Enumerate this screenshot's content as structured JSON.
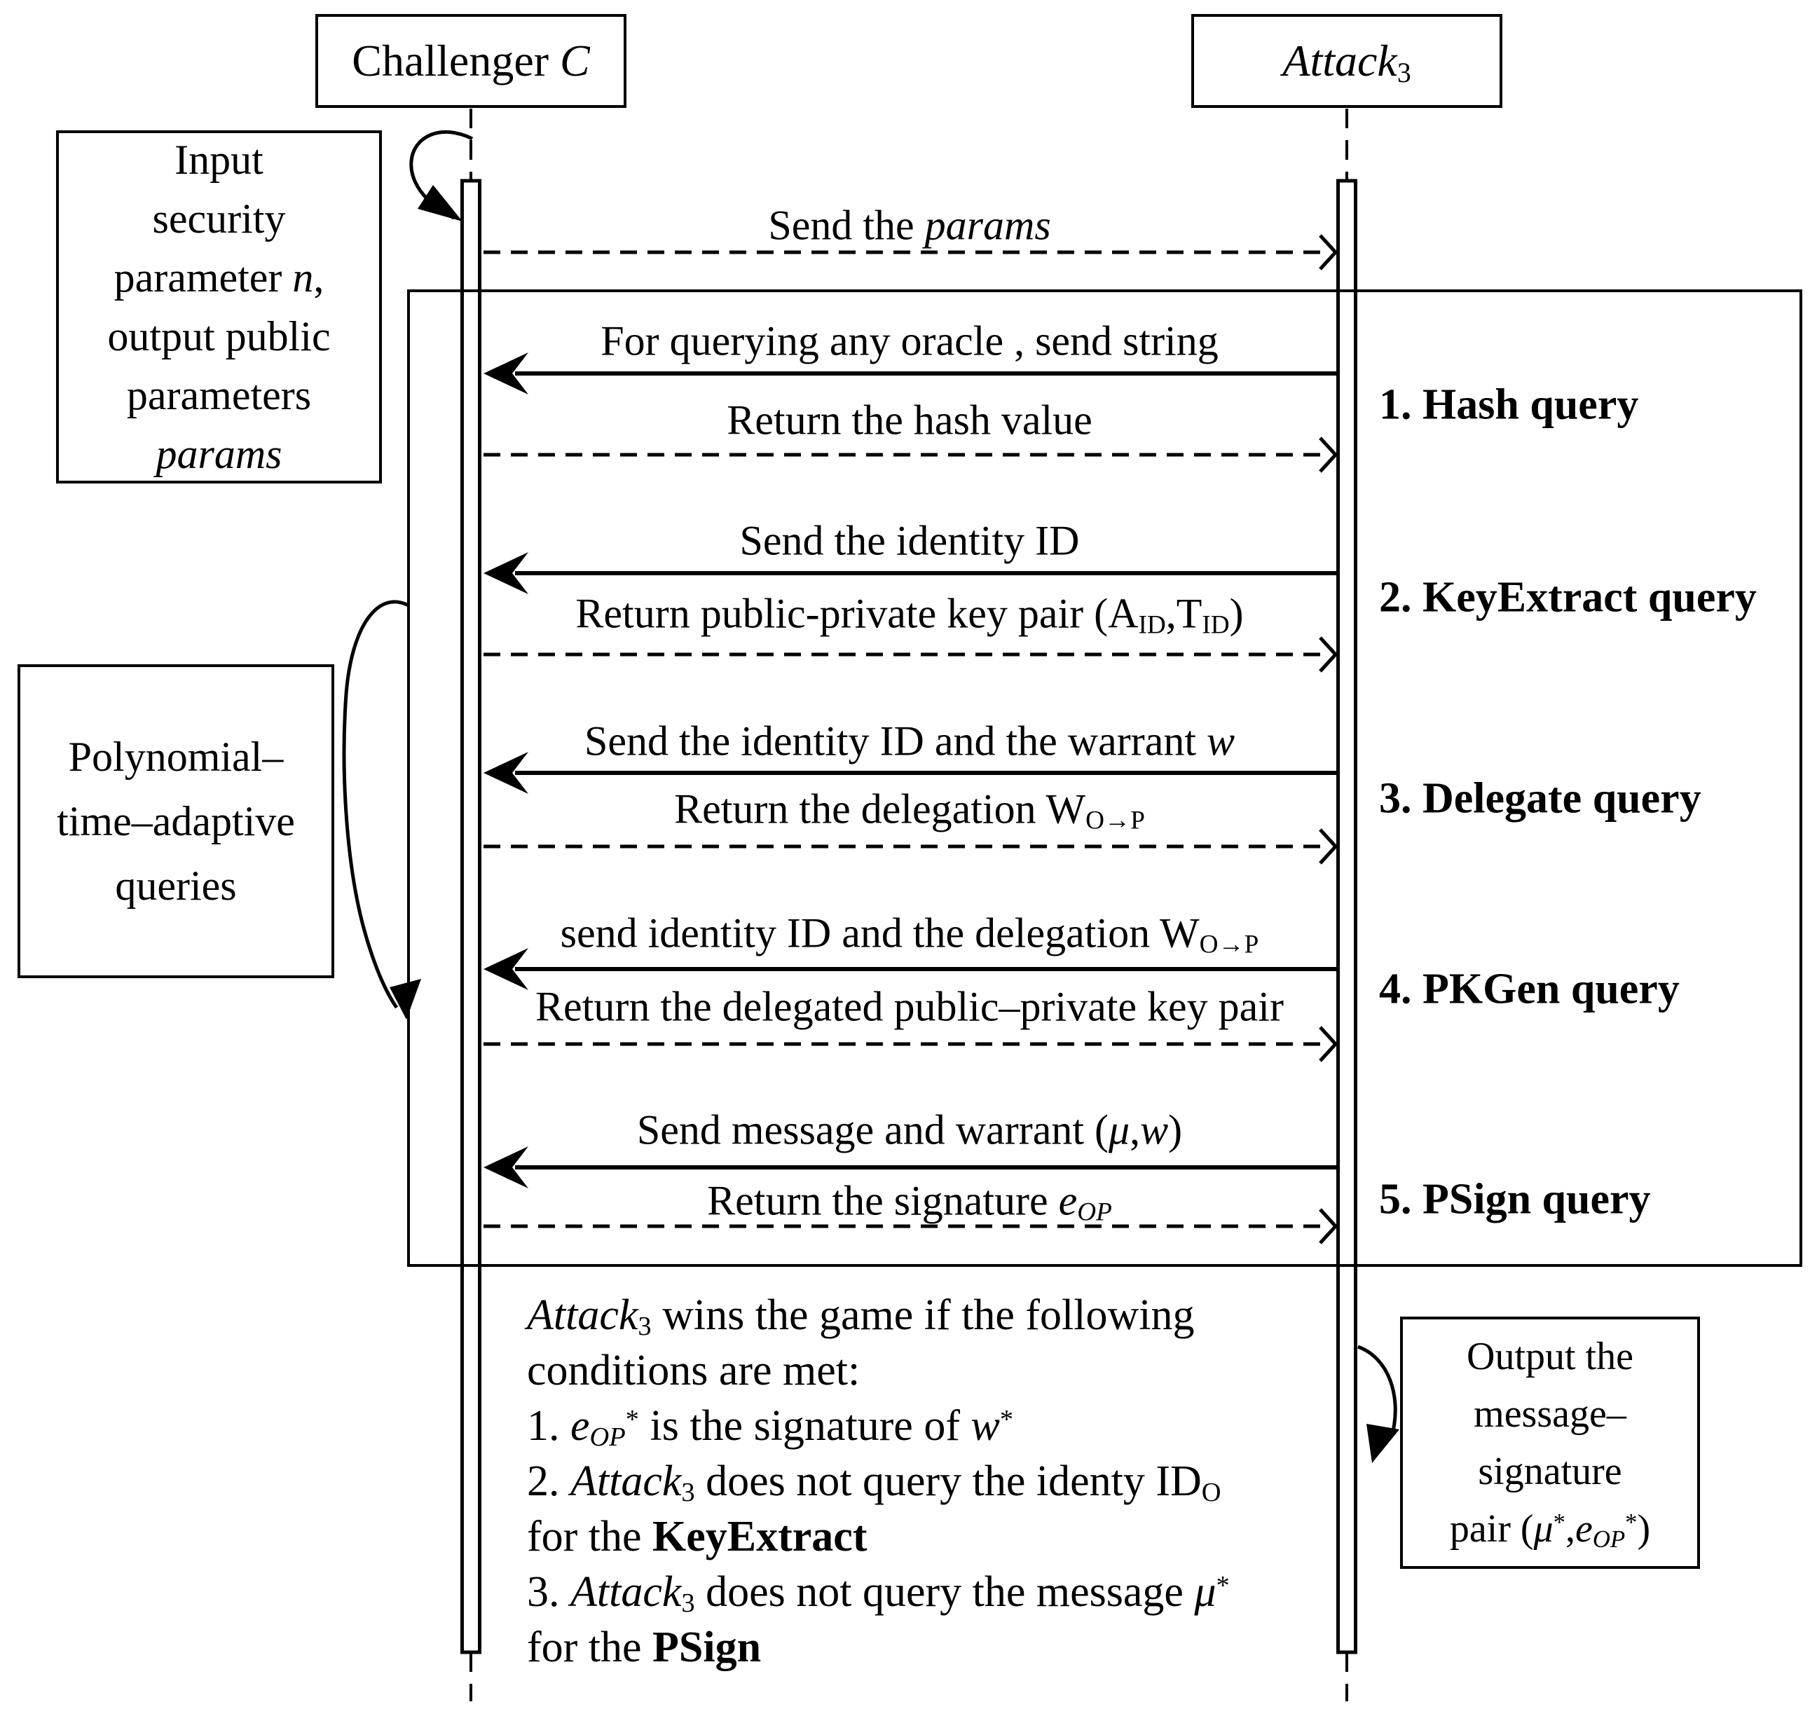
{
  "diagram": {
    "actors": {
      "challenger": "Challenger {i}C{/i}",
      "attacker": "{i}Attack{/i}{sub}3{/sub}"
    },
    "notes": {
      "input": {
        "lines": [
          "Input",
          "security",
          "parameter {i}n{/i},",
          "output public",
          "parameters",
          "{i}params{/i}"
        ]
      },
      "adaptive": {
        "lines": [
          "Polynomial–",
          "time–adaptive",
          "queries"
        ]
      },
      "output": {
        "lines": [
          "Output the",
          "message–",
          "signature",
          "pair ({i}μ{/i}{sup}*{/sup},{i}e{sub}OP{/sub}{/i}{sup}*{/sup})"
        ]
      }
    },
    "setup_message": "Send the {i}params{/i}",
    "queries": [
      {
        "name": "1. Hash query",
        "request": "For querying any oracle , send  string",
        "response": "Return the hash value"
      },
      {
        "name": "2. KeyExtract query",
        "request": "Send the identity ID",
        "response": "Return public-private key pair (A{sub}ID{/sub},T{sub}ID{/sub})"
      },
      {
        "name": "3. Delegate query",
        "request": "Send the identity ID and the warrant {i}w{/i}",
        "response": "Return the delegation W{sub}O→P{/sub}"
      },
      {
        "name": "4. PKGen query",
        "request": "send identity ID and the delegation W{sub}O→P{/sub}",
        "response": "Return the delegated public–private key pair"
      },
      {
        "name": "5. PSign query",
        "request": "Send message and warrant ({i}μ{/i},{i}w{/i})",
        "response": "Return the signature {i}e{sub}OP{/sub}{/i}"
      }
    ],
    "win_conditions": [
      "{i}Attack{/i}{sub}3{/sub} wins the game if the following",
      "conditions are met:",
      "1. {i}e{sub}OP{/sub}{/i}{sup}*{/sup}  is the signature of {i}w{/i}{sup}*{/sup}",
      "2. {i}Attack{/i}{sub}3{/sub} does not query the identy ID{sub}O{/sub}",
      "for the {b}KeyExtract{/b}",
      "3. {i}Attack{/i}{sub}3{/sub} does not query the message {i}μ{/i}{sup}*{/sup}",
      "for the {b}PSign{/b}"
    ]
  }
}
